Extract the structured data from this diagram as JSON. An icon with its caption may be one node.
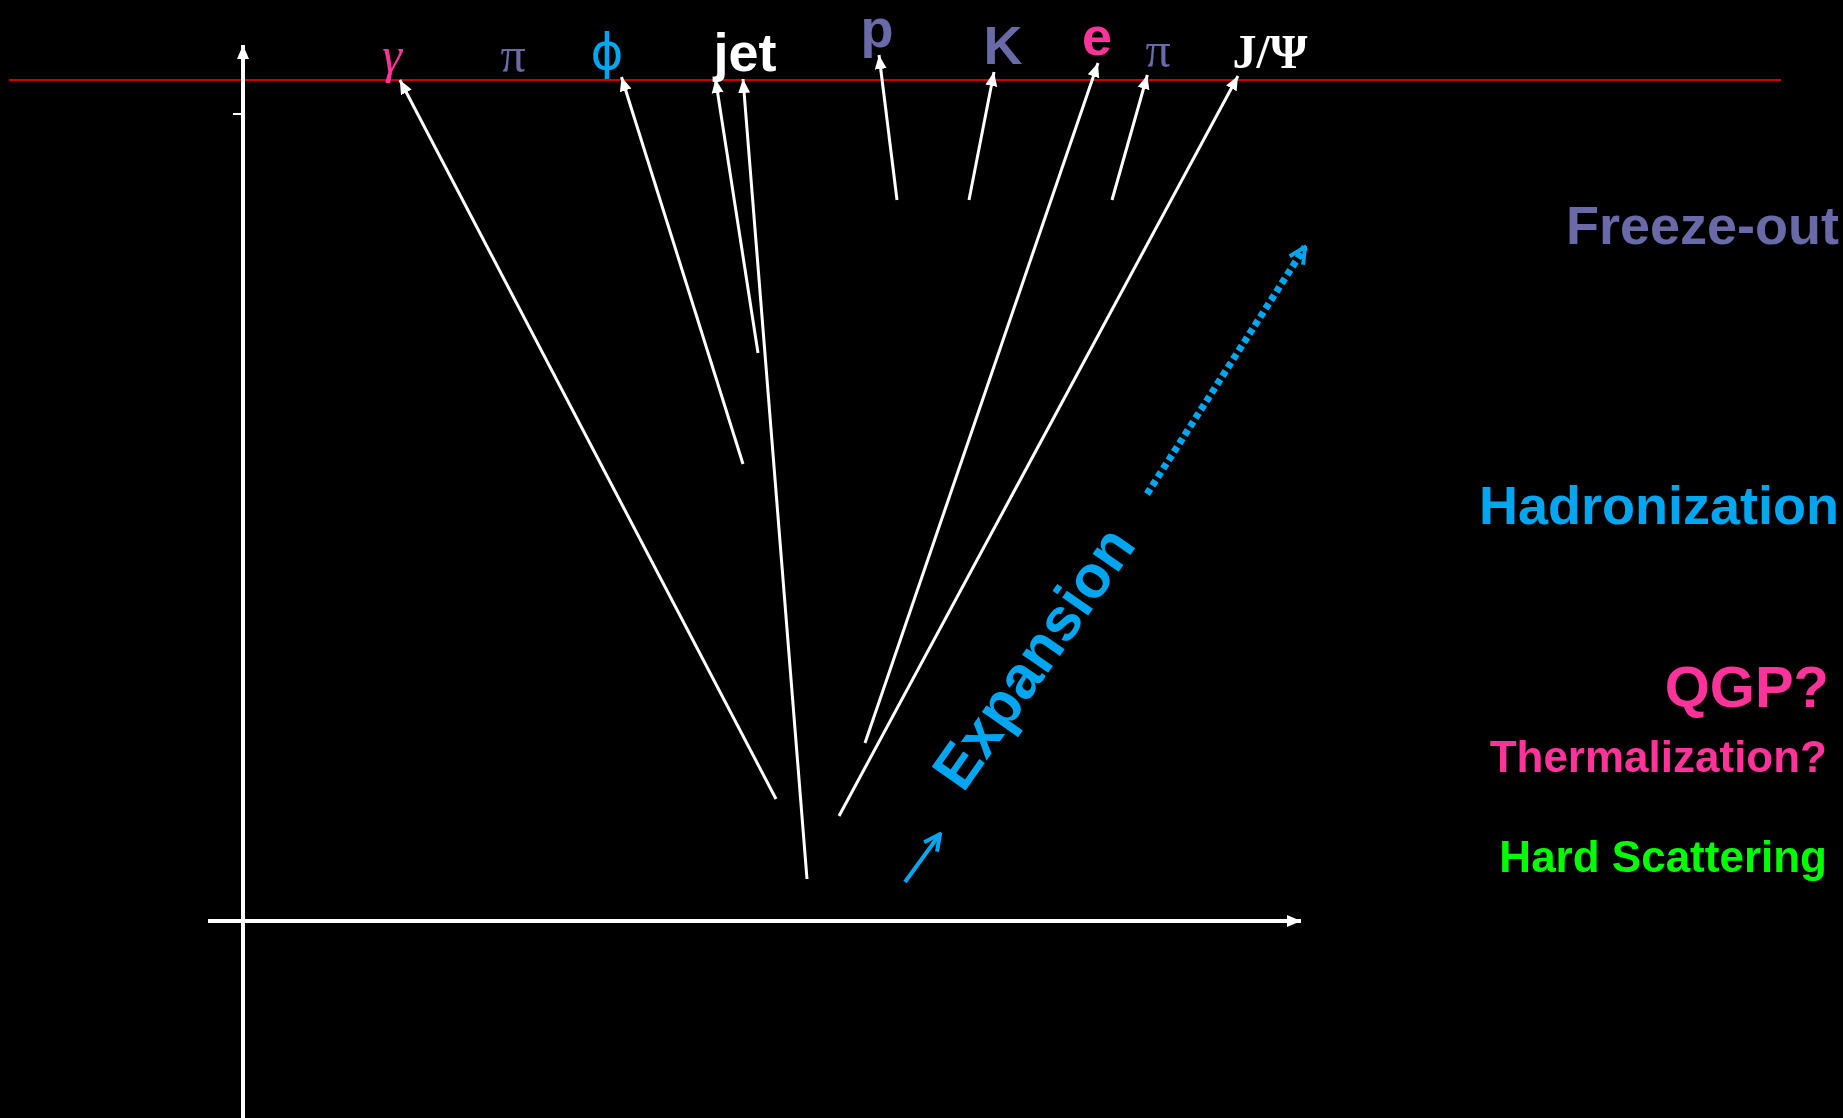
{
  "diagram": {
    "nodes": [
      {
        "text": [
          "γ"
        ]
      },
      {
        "text": [
          "π"
        ]
      },
      {
        "text": [
          "ϕ"
        ]
      },
      {
        "text": [
          "jet"
        ]
      },
      {
        "text": [
          "p"
        ]
      },
      {
        "text": [
          "K"
        ]
      },
      {
        "text": [
          "e"
        ]
      },
      {
        "text": [
          "π"
        ]
      },
      {
        "text": [
          "J/Ψ"
        ]
      }
    ],
    "edges": [
      {
        "from": null,
        "to": 0,
        "arrow": "to"
      },
      {
        "from": null,
        "to": 2,
        "arrow": "to"
      },
      {
        "from": null,
        "to": 3,
        "arrow": "to"
      },
      {
        "from": null,
        "to": 3,
        "arrow": "to"
      },
      {
        "from": null,
        "to": 4,
        "arrow": "to"
      },
      {
        "from": null,
        "to": 5,
        "arrow": "to"
      },
      {
        "from": null,
        "to": 6,
        "arrow": "to"
      },
      {
        "from": null,
        "to": 7,
        "arrow": "to"
      },
      {
        "from": null,
        "to": 8,
        "arrow": "to"
      }
    ],
    "labels": [
      "Freeze-out",
      "Hadronization",
      "Expansion",
      "QGP?",
      "Thermalization?",
      "Hard Scattering"
    ]
  }
}
